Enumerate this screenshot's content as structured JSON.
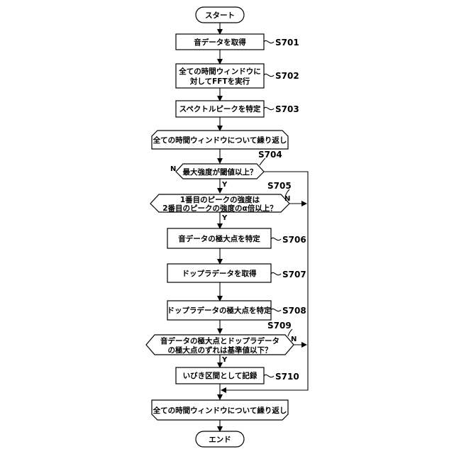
{
  "nodes": {
    "start": "スタート",
    "s701": "音データを取得",
    "s702_line1": "全ての時間ウィンドウに",
    "s702_line2": "対してFFTを実行",
    "s703": "スペクトルピークを特定",
    "loop_start": "全ての時間ウィンドウについて繰り返し",
    "s704": "最大強度が閾値以上？",
    "s705_line1": "1番目のピークの強度は",
    "s705_line2": "2番目のピークの強度のα倍以上？",
    "s706": "音データの極大点を特定",
    "s707": "ドップラデータを取得",
    "s708": "ドップラデータの極大点を特定",
    "s709_line1": "音データの極大点とドップラデータ",
    "s709_line2": "の極大点のずれは基準値以下？",
    "s710": "いびき区間として記録",
    "loop_end": "全ての時間ウィンドウについて繰り返し",
    "end": "エンド"
  },
  "steps": {
    "s701": "S701",
    "s702": "S702",
    "s703": "S703",
    "s704": "S704",
    "s705": "S705",
    "s706": "S706",
    "s707": "S707",
    "s708": "S708",
    "s709": "S709",
    "s710": "S710"
  },
  "branches": {
    "yes": "Y",
    "no": "N"
  }
}
